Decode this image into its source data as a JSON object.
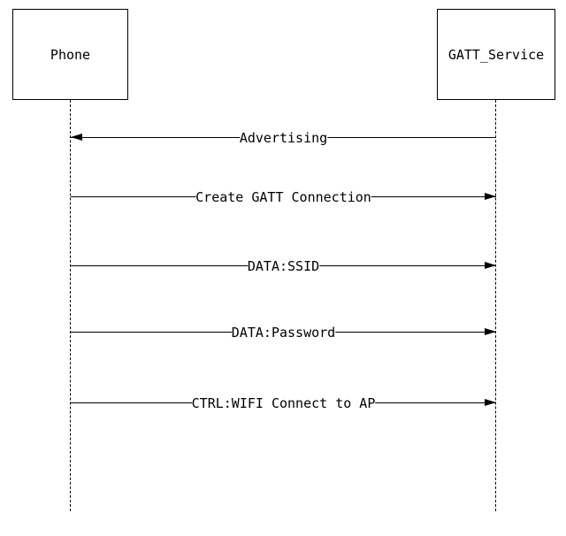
{
  "diagram": {
    "type": "sequence-diagram",
    "participants": [
      {
        "id": "phone",
        "label": "Phone"
      },
      {
        "id": "gatt_service",
        "label": "GATT_Service"
      }
    ],
    "messages": [
      {
        "label": "Advertising",
        "from": "gatt_service",
        "to": "phone",
        "direction": "left"
      },
      {
        "label": "Create GATT Connection",
        "from": "phone",
        "to": "gatt_service",
        "direction": "right"
      },
      {
        "label": "DATA:SSID",
        "from": "phone",
        "to": "gatt_service",
        "direction": "right"
      },
      {
        "label": "DATA:Password",
        "from": "phone",
        "to": "gatt_service",
        "direction": "right"
      },
      {
        "label": "CTRL:WIFI Connect to AP",
        "from": "phone",
        "to": "gatt_service",
        "direction": "right"
      }
    ],
    "colors": {
      "line": "#000000",
      "background": "#ffffff"
    }
  }
}
